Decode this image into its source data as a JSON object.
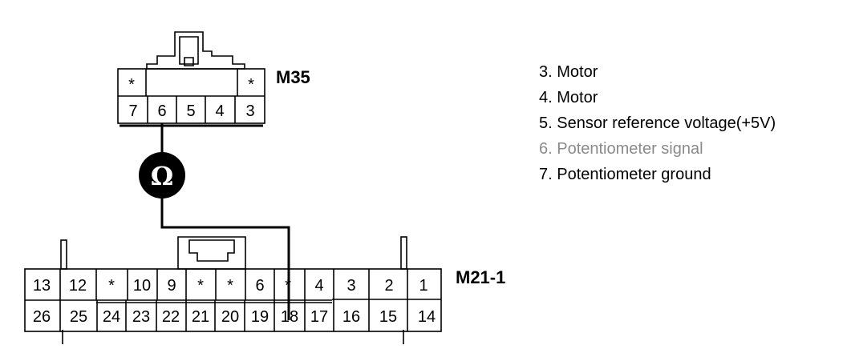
{
  "connectors": {
    "m35": {
      "label": "M35",
      "top_row": [
        "*",
        "",
        "",
        "",
        "*"
      ],
      "bottom_row": [
        "7",
        "6",
        "5",
        "4",
        "3"
      ]
    },
    "m21_1": {
      "label": "M21-1",
      "top_row": [
        "13",
        "12",
        "*",
        "10",
        "9",
        "*",
        "*",
        "6",
        "*",
        "4",
        "3",
        "2",
        "1"
      ],
      "bottom_row": [
        "26",
        "25",
        "24",
        "23",
        "22",
        "21",
        "20",
        "19",
        "18",
        "17",
        "16",
        "15",
        "14"
      ]
    }
  },
  "meter": {
    "symbol": "Ω",
    "icon": "ohmmeter-icon"
  },
  "legend": [
    {
      "text": "3. Motor",
      "faded": false
    },
    {
      "text": "4. Motor",
      "faded": false
    },
    {
      "text": "5. Sensor reference voltage(+5V)",
      "faded": false
    },
    {
      "text": "6. Potentiometer signal",
      "faded": true
    },
    {
      "text": "7. Potentiometer ground",
      "faded": false
    }
  ],
  "colors": {
    "line": "#000000",
    "faded_text": "#8a8a8a"
  }
}
